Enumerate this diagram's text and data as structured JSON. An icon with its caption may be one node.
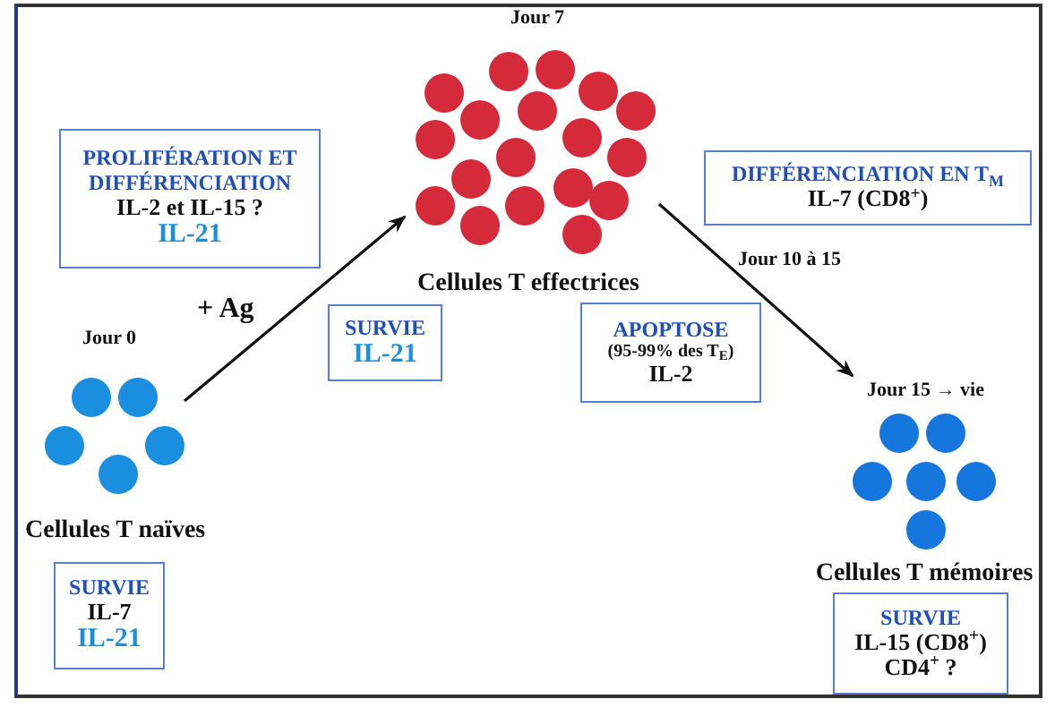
{
  "diagram": {
    "nodes": [
      {
        "text": [
          "Cellules T naïves"
        ],
        "beside": [
          "Jour 0"
        ]
      },
      {
        "text": [
          "Cellules T effectrices"
        ],
        "beside": [
          "Jour 7"
        ]
      },
      {
        "text": [
          "Cellules T mémoires"
        ],
        "beside": [
          "Jour 15 → vie"
        ]
      },
      {
        "text": [
          "PROLIFÉRATION ET DIFFÉRENCIATION",
          "IL-2 et IL-15 ?",
          "IL-21"
        ]
      },
      {
        "text": [
          "DIFFÉRENCIATION EN T$_{M}$",
          "IL-7 (CD8$^{+}$)"
        ]
      },
      {
        "text": [
          "SURVIE",
          "IL-21"
        ]
      },
      {
        "text": [
          "APOPTOSE",
          "(95-99% des T$_{E}$)",
          "IL-2"
        ]
      },
      {
        "text": [
          "SURVIE",
          "IL-7",
          "IL-21"
        ]
      },
      {
        "text": [
          "SURVIE",
          "IL-15 (CD8$^{+}$)",
          "CD4$^{+}$ ?"
        ]
      }
    ],
    "edges": [
      {
        "from": 0,
        "to": 1,
        "arrow": "to",
        "label": "+ Ag"
      },
      {
        "from": 1,
        "to": 2,
        "arrow": "to",
        "label": "Jour 10 à 15"
      }
    ]
  }
}
